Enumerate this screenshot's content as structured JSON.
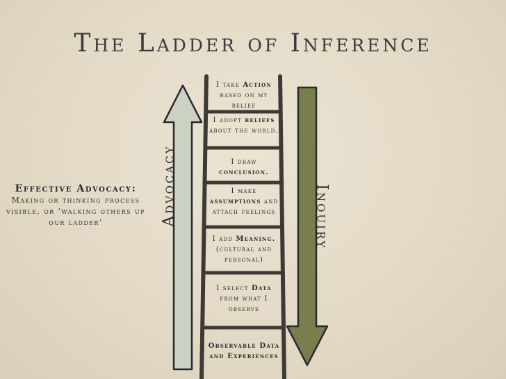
{
  "title": "The Ladder of Inference",
  "advocacy": {
    "heading": "Effective Advocacy:",
    "description": "Making or thinking process visible, or ‘walking others up our ladder’"
  },
  "labels": {
    "advocacy": "Advocacy",
    "inquiry": "Inquiry"
  },
  "rungs": [
    {
      "pre": "I take ",
      "strong": "Action",
      "post": " based on my belief"
    },
    {
      "pre": "I adopt ",
      "strong": "beliefs",
      "post": " about the world."
    },
    {
      "pre": "I draw ",
      "strong": "conclusion.",
      "post": ""
    },
    {
      "pre": "I make ",
      "strong": "assumptions",
      "post": " and attach feelings"
    },
    {
      "pre": "I add ",
      "strong": "Meaning.",
      "post": " (cultural and personal)"
    },
    {
      "pre": "I select ",
      "strong": "Data",
      "post": " from what I observe"
    },
    {
      "pre": "",
      "strong": "Observable Data and Experiences",
      "post": ""
    }
  ],
  "colors": {
    "background": "#e4dcc9",
    "advocacy_arrow_fill": "#cbd2c4",
    "inquiry_arrow_fill": "#7a7d4e",
    "ladder": "#3d3a36"
  }
}
